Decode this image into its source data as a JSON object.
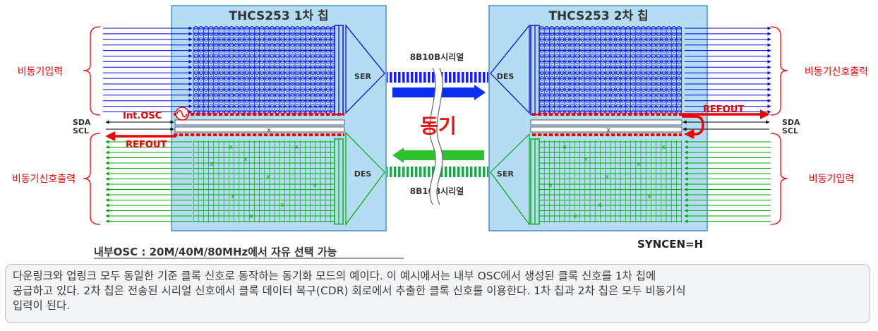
{
  "chip1": {
    "title": "THCS253 1차 칩",
    "ser_label": "SER",
    "des_label": "DES",
    "osc_label": "Int.OSC",
    "refout_label": "REFOUT"
  },
  "chip2": {
    "title": "THCS253 2차 칩",
    "ser_label": "SER",
    "des_label": "DES",
    "refout_label": "REFOUT"
  },
  "left": {
    "input_label": "비동기입력",
    "output_label": "비동기신호출력",
    "sda": "SDA",
    "scl": "SCL"
  },
  "right": {
    "output_label": "비동기신호출력",
    "input_label": "비동기입력",
    "sda": "SDA",
    "scl": "SCL"
  },
  "link": {
    "top_label": "8B10B시리얼",
    "bottom_label": "8B10B시리얼",
    "sync_label": "동기"
  },
  "osc_note": "내부OSC : 20M/40M/80MHz에서 자유 선택 가능",
  "syncen": "SYNCEN=H",
  "caption": {
    "line1": "다운링크와 업링크 모두 동일한 기준 클록 신호로 동작하는 동기화 모드의 예이다. 이 예시에서는 내부 OSC에서 생성된 클록 신호를 1차 칩에",
    "line2": "공급하고 있다. 2차 칩은 전송된 시리얼 신호에서 클록 데이터 복구(CDR) 회로에서 추출한 클록 신호를 이용한다. 1차 칩과 2차 칩은 모두 비동기식",
    "line3": "입력이 된다."
  },
  "colors": {
    "chip_fill": "#b4dcf2",
    "downlink": "#0000ee",
    "uplink": "#00aa00",
    "clock": "#ee0000",
    "serial_blue": "#1a1aff",
    "serial_green": "#22bb22"
  }
}
